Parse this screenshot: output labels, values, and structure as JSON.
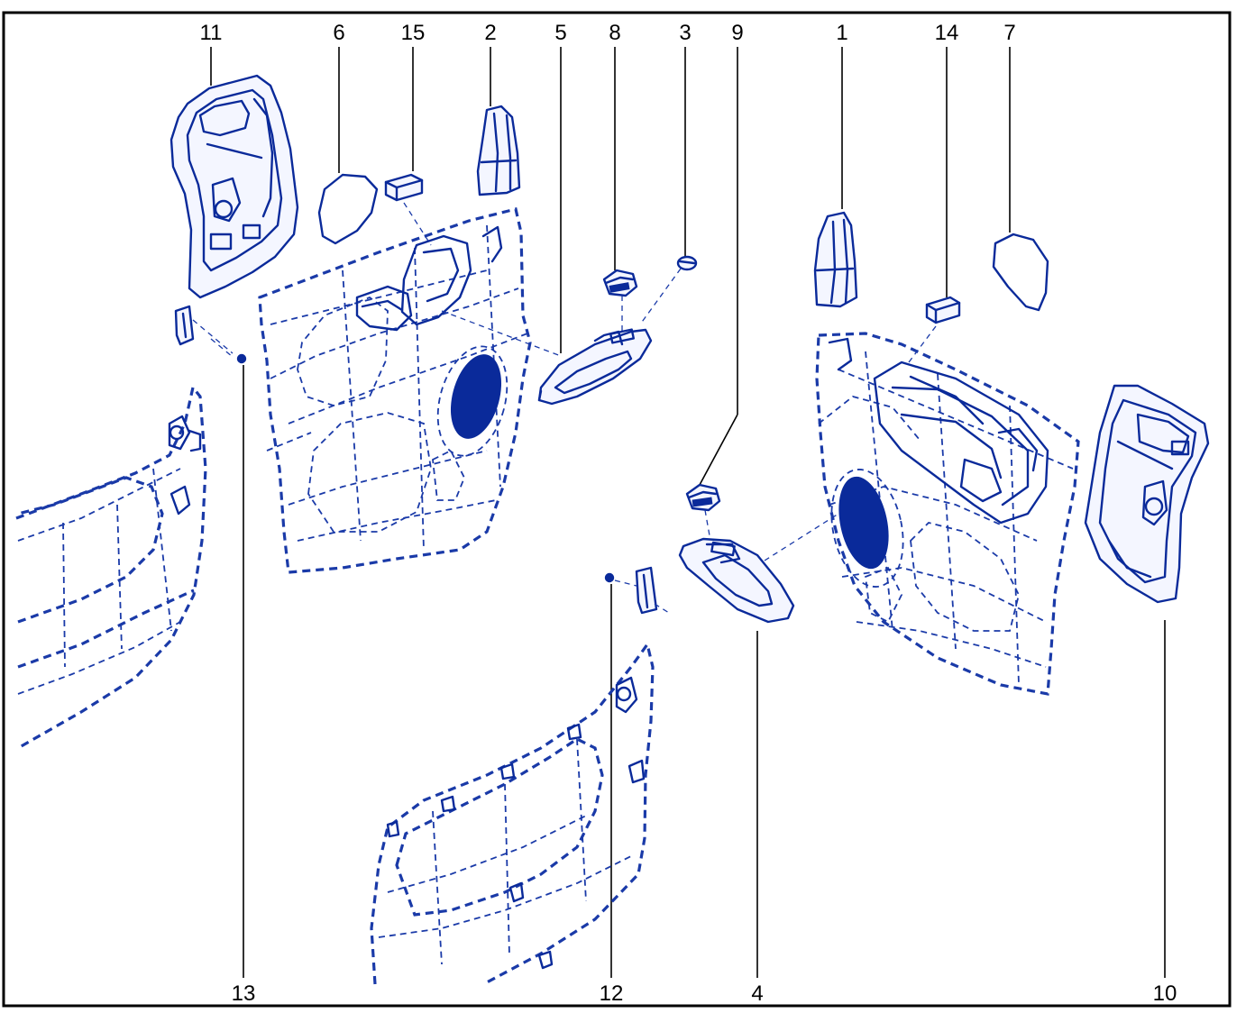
{
  "callouts": {
    "c1": "1",
    "c2": "2",
    "c3": "3",
    "c4": "4",
    "c5": "5",
    "c6": "6",
    "c7": "7",
    "c8": "8",
    "c9": "9",
    "c10": "10",
    "c11": "11",
    "c12": "12",
    "c13": "13",
    "c14": "14",
    "c15": "15"
  },
  "colors": {
    "line": "#0a2a9a",
    "border": "#000000",
    "background": "#ffffff"
  }
}
